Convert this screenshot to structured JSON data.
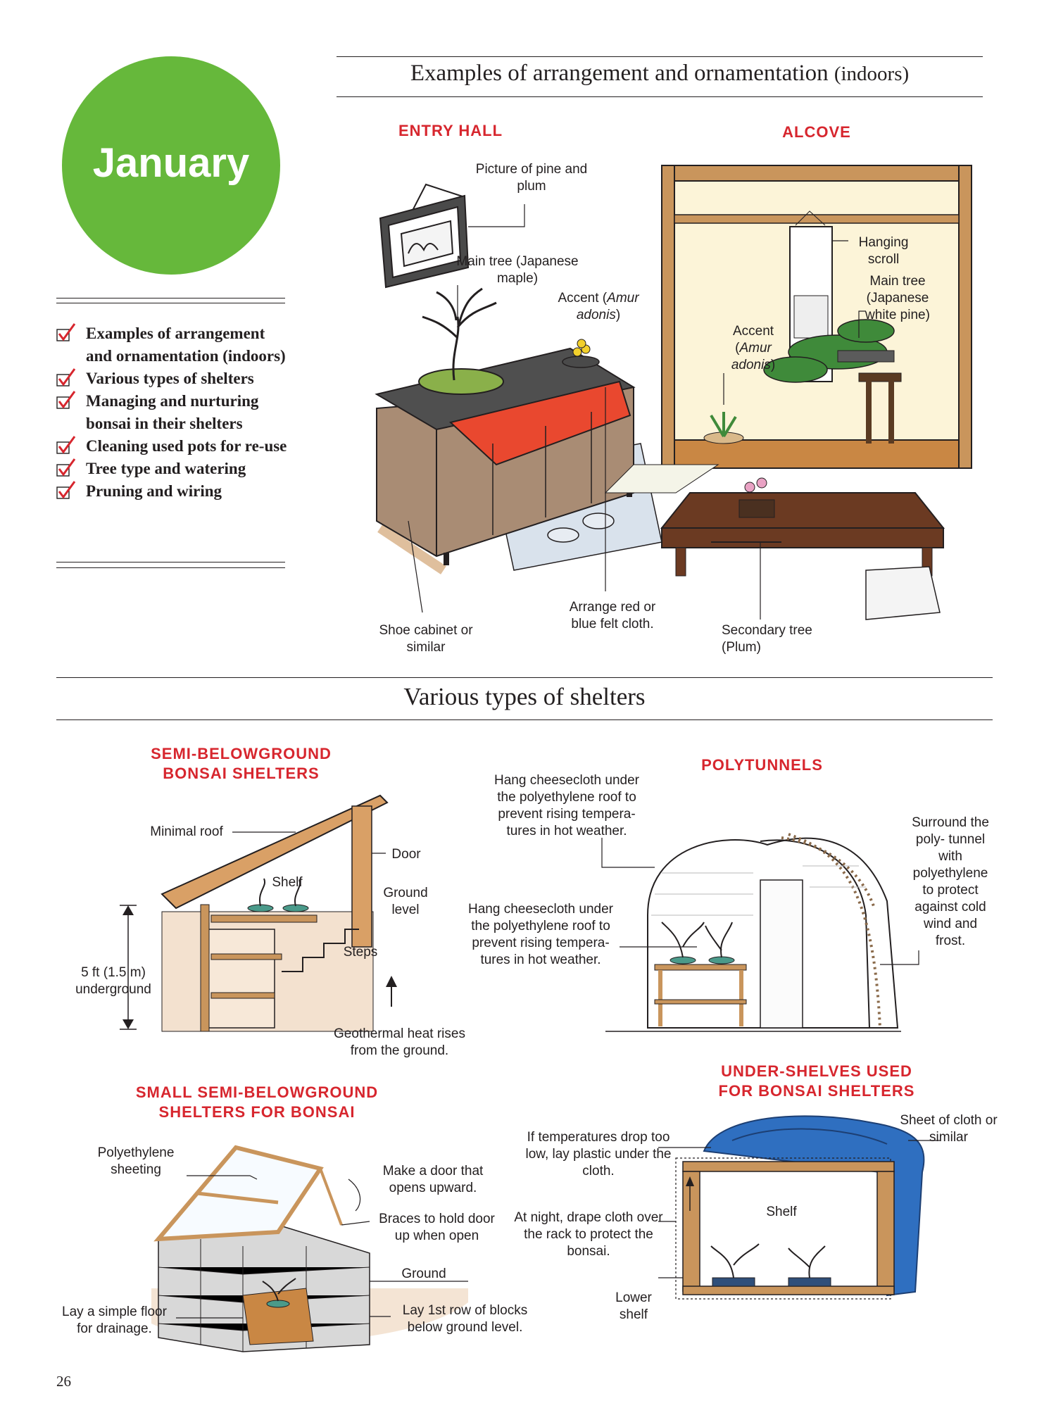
{
  "month": "January",
  "toc": [
    "Examples of arrangement and ornamentation (indoors)",
    "Various types of shelters",
    "Managing and nurturing bonsai in their shelters",
    "Cleaning used pots for re-use",
    "Tree type and watering",
    "Pruning and wiring"
  ],
  "section1": {
    "title_main": "Examples of arrangement and ornamentation",
    "title_paren": "(indoors)",
    "entry_hall": {
      "heading": "ENTRY HALL",
      "picture": "Picture of pine and plum",
      "main_tree": "Main tree (Japanese maple)",
      "accent_pre": "Accent (",
      "accent_italic": "Amur adonis",
      "accent_post": ")",
      "shoe_cabinet": "Shoe cabinet or similar",
      "felt_cloth": "Arrange red or blue felt cloth."
    },
    "alcove": {
      "heading": "ALCOVE",
      "hanging_scroll": "Hanging scroll",
      "main_tree": "Main tree (Japanese white pine)",
      "accent_pre": "Accent (",
      "accent_italic": "Amur adonis",
      "accent_post": ")",
      "secondary_tree": "Secondary tree (Plum)"
    }
  },
  "section2": {
    "title": "Various types of shelters",
    "semi_below": {
      "heading_line1": "SEMI-BELOWGROUND",
      "heading_line2": "BONSAI SHELTERS",
      "minimal_roof": "Minimal roof",
      "door": "Door",
      "shelf": "Shelf",
      "ground_level": "Ground level",
      "steps": "Steps",
      "underground": "5 ft (1.5 m) underground",
      "geothermal": "Geothermal heat rises from the ground."
    },
    "polytunnels": {
      "heading": "POLYTUNNELS",
      "cheesecloth_top": "Hang cheesecloth under the polyethylene roof to prevent rising tempera- tures in hot weather.",
      "cheesecloth_mid": "Hang cheesecloth under the polyethylene roof to prevent rising tempera- tures in hot weather.",
      "surround": "Surround the poly- tunnel with polyethylene to protect against cold wind and frost."
    },
    "small_semi": {
      "heading_line1": "SMALL SEMI-BELOWGROUND",
      "heading_line2": "SHELTERS FOR BONSAI",
      "polyethylene": "Polyethylene sheeting",
      "door_upward": "Make a door that opens upward.",
      "braces": "Braces to hold door up when open",
      "ground": "Ground",
      "simple_floor": "Lay a simple floor for drainage.",
      "first_row": "Lay 1st row of blocks below ground level."
    },
    "under_shelves": {
      "heading_line1": "UNDER-SHELVES USED",
      "heading_line2": "FOR BONSAI SHELTERS",
      "sheet_cloth": "Sheet of cloth or similar",
      "temps_drop": "If temperatures drop too low, lay plastic under the cloth.",
      "shelf": "Shelf",
      "at_night": "At night, drape cloth over the rack to protect the bonsai.",
      "lower_shelf": "Lower shelf"
    }
  },
  "page_number": "26",
  "colors": {
    "green": "#66b83b",
    "red": "#d7262e",
    "blue": "#2f6fc0",
    "wood": "#c9955c"
  },
  "icons": [
    "check-icon"
  ]
}
